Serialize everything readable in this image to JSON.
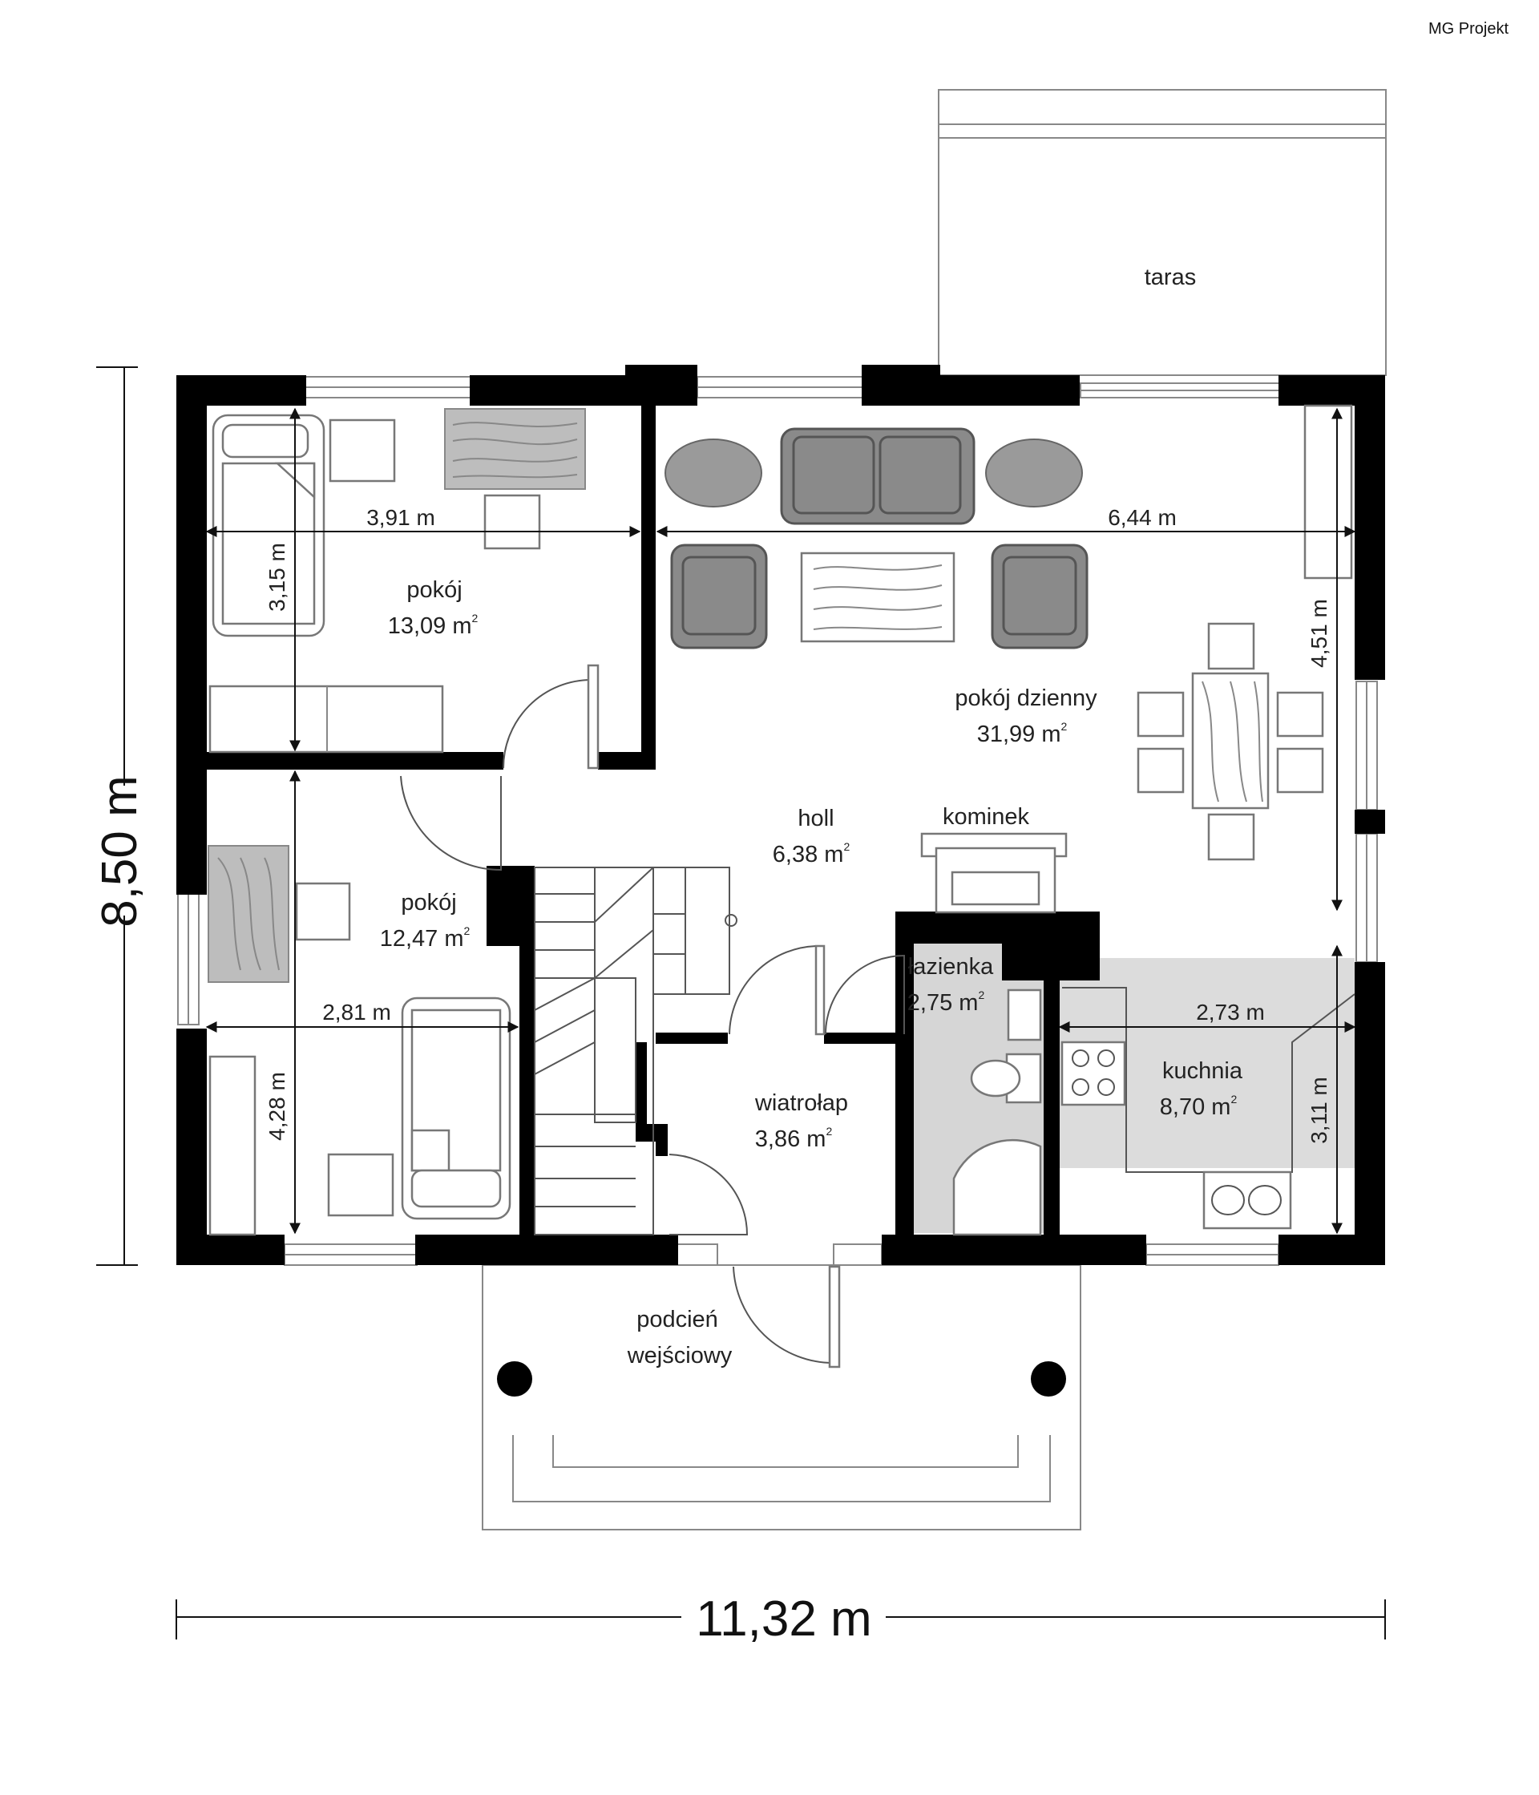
{
  "brand": "MG Projekt",
  "total_width": "11,32 m",
  "total_depth": "8,50 m",
  "area_unit_sup": "2",
  "rooms": {
    "taras": "taras",
    "pokoj1": {
      "name": "pokój",
      "area": "13,09 m"
    },
    "pokoj_dzienny": {
      "name": "pokój dzienny",
      "area": "31,99 m"
    },
    "holl": {
      "name": "holl",
      "area": "6,38 m"
    },
    "kominek": "kominek",
    "pokoj2": {
      "name": "pokój",
      "area": "12,47 m"
    },
    "lazienka": {
      "name": "łazienka",
      "area": "2,75 m"
    },
    "kuchnia": {
      "name": "kuchnia",
      "area": "8,70 m"
    },
    "wiatrolap": {
      "name": "wiatrołap",
      "area": "3,86 m"
    },
    "podcien_line1": "podcień",
    "podcien_line2": "wejściowy"
  },
  "dimensions": {
    "pokoj1_w": "3,91 m",
    "pokoj1_h": "3,15 m",
    "dzienny_w": "6,44 m",
    "dzienny_h": "4,51 m",
    "pokoj2_w": "2,81 m",
    "pokoj2_h": "4,28 m",
    "kuchnia_w": "2,73 m",
    "kuchnia_h": "3,11 m"
  },
  "colors": {
    "wall": "#000000",
    "kitchen_floor": "#dcdcdc",
    "bath_floor": "#d6d6d6",
    "sofa": "#8a8a8a"
  }
}
